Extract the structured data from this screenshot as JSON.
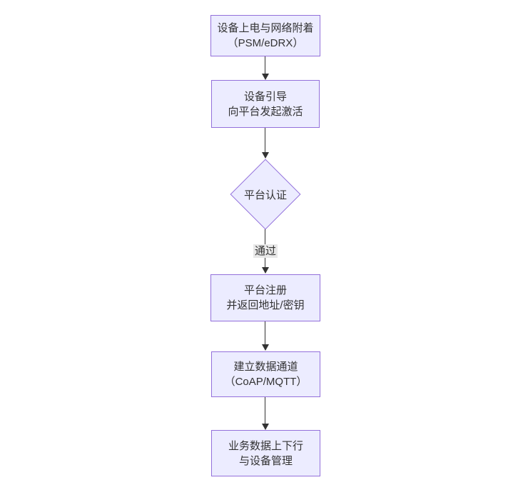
{
  "diagram": {
    "type": "flowchart",
    "direction": "top-down",
    "nodes": [
      {
        "id": "power-attach",
        "shape": "rect",
        "lines": [
          "设备上电与网络附着",
          "（PSM/eDRX）"
        ]
      },
      {
        "id": "bootstrap",
        "shape": "rect",
        "lines": [
          "设备引导",
          "向平台发起激活"
        ]
      },
      {
        "id": "platform-auth",
        "shape": "diamond",
        "label": "平台认证"
      },
      {
        "id": "platform-register",
        "shape": "rect",
        "lines": [
          "平台注册",
          "并返回地址/密钥"
        ]
      },
      {
        "id": "data-channel",
        "shape": "rect",
        "lines": [
          "建立数据通道",
          "（CoAP/MQTT）"
        ]
      },
      {
        "id": "business-data",
        "shape": "rect",
        "lines": [
          "业务数据上下行",
          "与设备管理"
        ]
      }
    ],
    "edges": [
      {
        "from": 0,
        "to": 1
      },
      {
        "from": 1,
        "to": 2
      },
      {
        "from": 2,
        "to": 3,
        "label": "通过"
      },
      {
        "from": 3,
        "to": 4
      },
      {
        "from": 4,
        "to": 5
      }
    ],
    "colors": {
      "node_fill": "#ECECFF",
      "node_border": "#9370DB",
      "edge_line": "#333333",
      "edge_label_bg": "#e8e8e8",
      "text": "#333333",
      "background": "#ffffff"
    }
  }
}
